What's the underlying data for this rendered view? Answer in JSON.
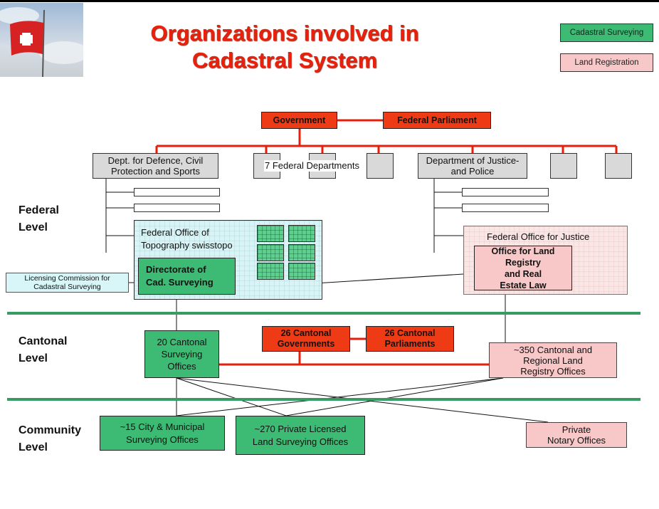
{
  "title": "Organizations involved in Cadastral System",
  "legend": {
    "cadastral_surveying": "Cadastral Surveying",
    "land_registration": "Land Registration"
  },
  "colors": {
    "government": "#ee3b15",
    "cadastral_surveying": "#3dba74",
    "land_registration": "#f8c8c8",
    "title": "#e8200c",
    "divider": "#3a9a63"
  },
  "levels": {
    "federal": "Federal\nLevel",
    "cantonal": "Cantonal\nLevel",
    "community": "Community\nLevel"
  },
  "federal": {
    "government": "Government",
    "parliament": "Federal Parliament",
    "ddps": "Dept. for Defence, Civil\nProtection and Sports",
    "departments_label": "7 Federal Departments",
    "justice_dept": "Department of Justice-\nand Police",
    "swisstopo": "Federal Office of\nTopography swisstopo",
    "directorate": "Directorate of\nCad. Surveying",
    "licensing": "Licensing Commission for\nCadastral Surveying",
    "foj": "Federal Office for Justice",
    "land_registry_office": "Office for Land Registry\nand Real\nEstate Law"
  },
  "cantonal": {
    "surveying_offices": "20 Cantonal\nSurveying\nOffices",
    "governments": "26 Cantonal\nGovernments",
    "parliaments": "26 Cantonal\nParliaments",
    "registry_offices": "~350 Cantonal and\nRegional Land\nRegistry Offices"
  },
  "community": {
    "municipal_offices": "~15 City & Municipal\nSurveying Offices",
    "private_surveying": "~270 Private Licensed\nLand Surveying Offices",
    "notary_offices": "Private\nNotary Offices"
  },
  "icons": {
    "flag": "swiss-flag-icon"
  }
}
